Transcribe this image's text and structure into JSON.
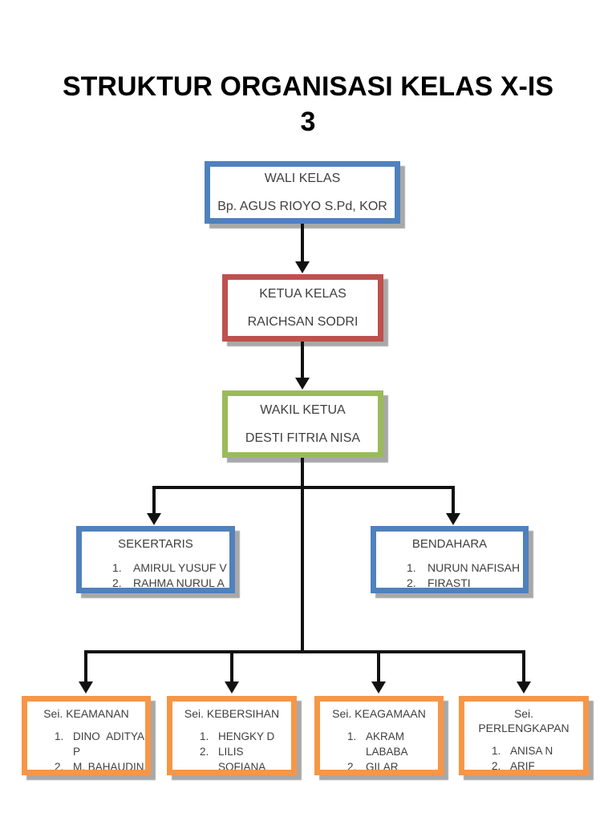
{
  "colors": {
    "blue": "#4F81BD",
    "red": "#C0504D",
    "green": "#9BBB59",
    "orange": "#F79646",
    "line": "#111111",
    "text": "#3F3F3F"
  },
  "page": {
    "title": "STRUKTUR ORGANISASI KELAS X-IS 3"
  },
  "org": {
    "markers": [
      "1.",
      "2."
    ],
    "wali": {
      "title": "WALI KELAS",
      "name": "Bp. AGUS RIOYO S.Pd, KOR"
    },
    "ketua": {
      "title": "KETUA KELAS",
      "name": "RAICHSAN SODRI"
    },
    "wakil": {
      "title": "WAKIL KETUA",
      "name": "DESTI FITRIA NISA"
    },
    "sekertaris": {
      "title": "SEKERTARIS",
      "members": [
        "AMIRUL YUSUF V",
        "RAHMA NURUL A"
      ]
    },
    "bendahara": {
      "title": "BENDAHARA",
      "members": [
        "NURUN NAFISAH",
        "FIRASTI"
      ]
    },
    "sections": [
      {
        "title": "Sei. KEAMANAN",
        "members": [
          "DINO  ADITYA\nP",
          "M. BAHAUDIN"
        ]
      },
      {
        "title": "Sei. KEBERSIHAN",
        "members": [
          "HENGKY D",
          "LILIS\nSOFIANA"
        ]
      },
      {
        "title": "Sei. KEAGAMAAN",
        "members": [
          "AKRAM\nLABABA",
          "GILAR"
        ]
      },
      {
        "title": "Sei.\nPERLENGKAPAN",
        "members": [
          "ANISA N",
          "ARIF"
        ]
      }
    ]
  }
}
